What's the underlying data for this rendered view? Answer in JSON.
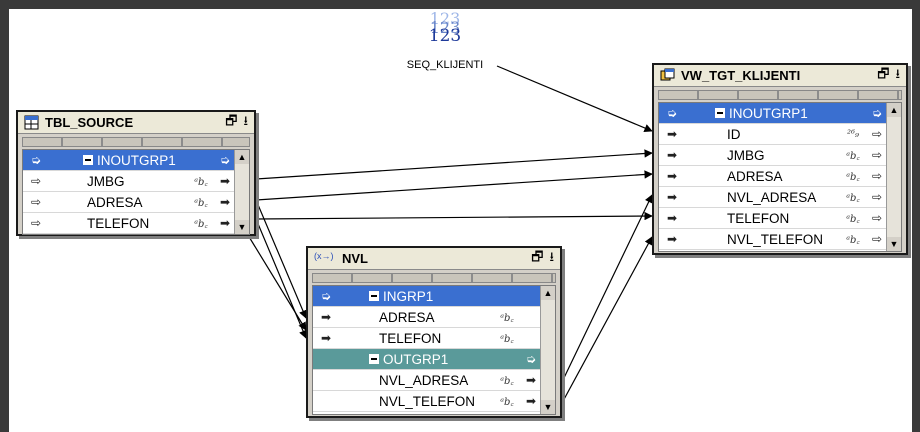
{
  "sequence": {
    "icon_digits": [
      "123",
      "123",
      "123"
    ],
    "label": "SEQ_KLIJENTI"
  },
  "tbl_source": {
    "title": "TBL_SOURCE",
    "group": "INOUTGRP1",
    "rows": [
      {
        "name": "JMBG",
        "dtype": "ᵃb꜀"
      },
      {
        "name": "ADRESA",
        "dtype": "ᵃb꜀"
      },
      {
        "name": "TELEFON",
        "dtype": "ᵃb꜀"
      }
    ]
  },
  "nvl": {
    "title": "NVL",
    "icon": "(x→)",
    "in_group": "INGRP1",
    "in_rows": [
      {
        "name": "ADRESA",
        "dtype": "ᵃb꜀"
      },
      {
        "name": "TELEFON",
        "dtype": "ᵃb꜀"
      }
    ],
    "out_group": "OUTGRP1",
    "out_rows": [
      {
        "name": "NVL_ADRESA",
        "dtype": "ᵃb꜀"
      },
      {
        "name": "NVL_TELEFON",
        "dtype": "ᵃb꜀"
      }
    ]
  },
  "vw_tgt": {
    "title": "VW_TGT_KLIJENTI",
    "group": "INOUTGRP1",
    "rows": [
      {
        "name": "ID",
        "dtype": "²⁶₉"
      },
      {
        "name": "JMBG",
        "dtype": "ᵃb꜀"
      },
      {
        "name": "ADRESA",
        "dtype": "ᵃb꜀"
      },
      {
        "name": "NVL_ADRESA",
        "dtype": "ᵃb꜀"
      },
      {
        "name": "TELEFON",
        "dtype": "ᵃb꜀"
      },
      {
        "name": "NVL_TELEFON",
        "dtype": "ᵃb꜀"
      }
    ]
  },
  "colors": {
    "group_blue": "#3a6fd0",
    "group_teal": "#5a9a9a",
    "frame": "#3a3a3a"
  }
}
